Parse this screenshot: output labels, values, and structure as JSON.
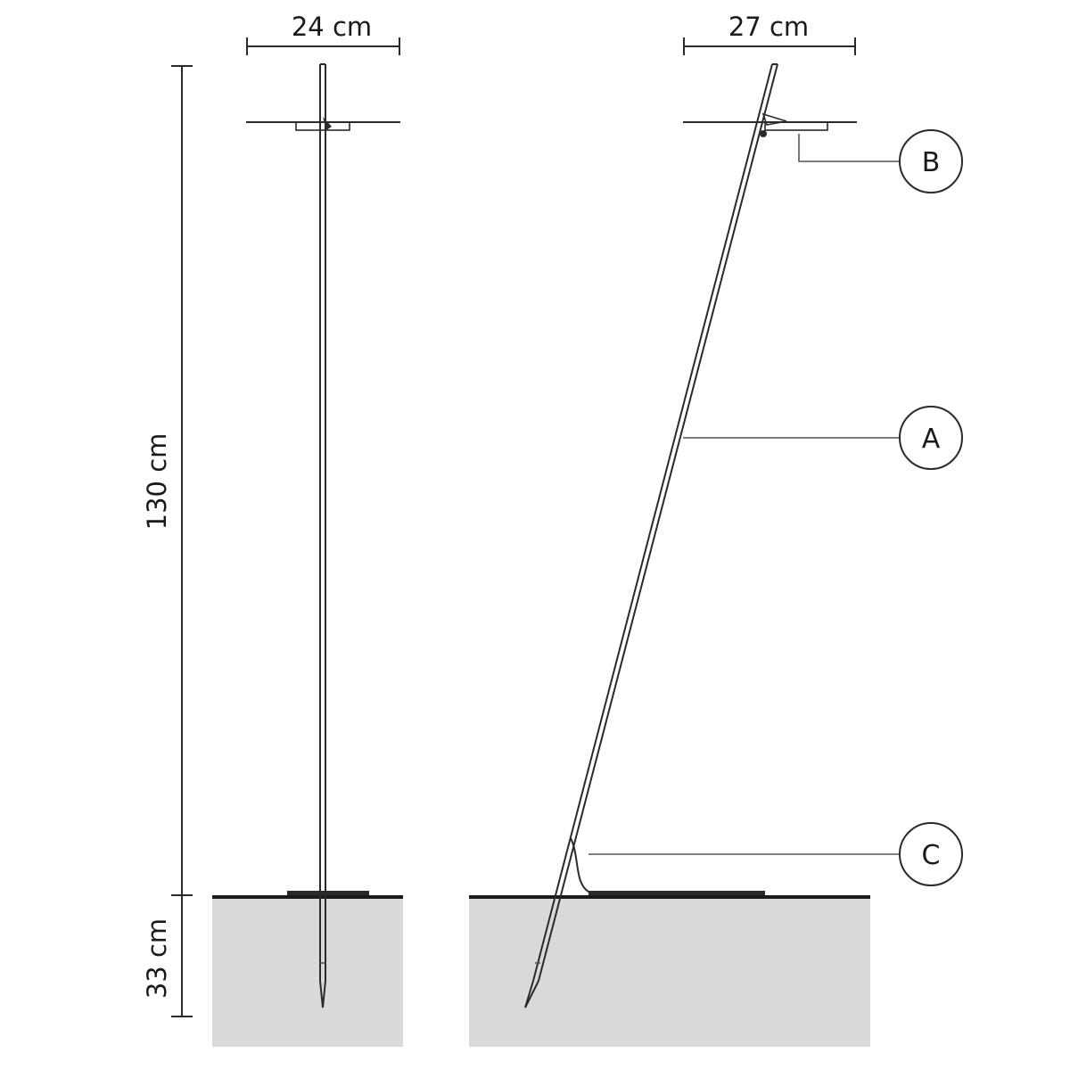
{
  "dimensions": {
    "left_shade_width": "24 cm",
    "right_shade_width": "27 cm",
    "height_above_ground": "130 cm",
    "depth_below_ground": "33 cm"
  },
  "callouts": {
    "a": "A",
    "b": "B",
    "c": "C"
  },
  "colors": {
    "ground": "#d9d9d9",
    "line": "#2a2a2a"
  }
}
